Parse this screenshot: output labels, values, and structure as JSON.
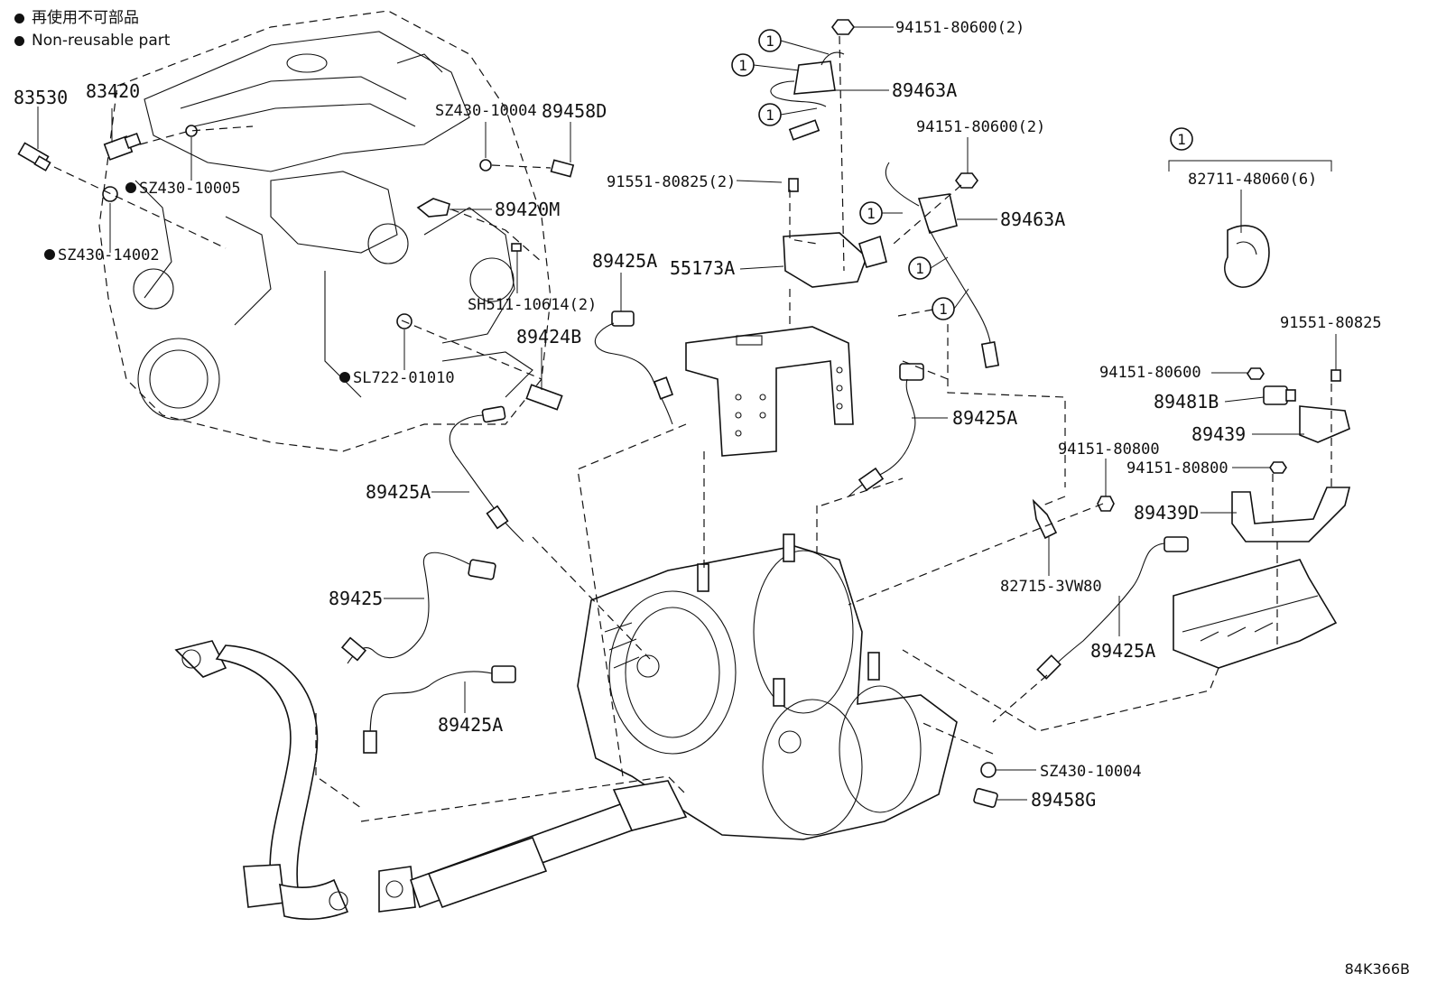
{
  "legend": [
    {
      "symbol": "filled-circle",
      "text": "再使用不可部品"
    },
    {
      "symbol": "filled-circle",
      "text": "Non-reusable part"
    }
  ],
  "diagram_code": "84K366B",
  "callout_ref": "1",
  "labels": [
    {
      "id": "83530",
      "text": "83530",
      "non_reusable": false
    },
    {
      "id": "83420",
      "text": "83420",
      "non_reusable": false
    },
    {
      "id": "sz430-10005",
      "text": "SZ430-10005",
      "non_reusable": true
    },
    {
      "id": "sz430-14002",
      "text": "SZ430-14002",
      "non_reusable": true
    },
    {
      "id": "sz430-10004-top",
      "text": "SZ430-10004",
      "non_reusable": false
    },
    {
      "id": "89458d",
      "text": "89458D",
      "non_reusable": false
    },
    {
      "id": "89420m",
      "text": "89420M",
      "non_reusable": false
    },
    {
      "id": "sh511-10614",
      "text": "SH511-10614(2)",
      "non_reusable": false
    },
    {
      "id": "89424b",
      "text": "89424B",
      "non_reusable": false
    },
    {
      "id": "sl722-01010",
      "text": "SL722-01010",
      "non_reusable": true
    },
    {
      "id": "89425a-1",
      "text": "89425A",
      "non_reusable": false
    },
    {
      "id": "89425a-2",
      "text": "89425A",
      "non_reusable": false
    },
    {
      "id": "89425",
      "text": "89425",
      "non_reusable": false
    },
    {
      "id": "89425a-3",
      "text": "89425A",
      "non_reusable": false
    },
    {
      "id": "94151-80600-2a",
      "text": "94151-80600(2)",
      "non_reusable": false
    },
    {
      "id": "89463a-1",
      "text": "89463A",
      "non_reusable": false
    },
    {
      "id": "94151-80600-2b",
      "text": "94151-80600(2)",
      "non_reusable": false
    },
    {
      "id": "91551-80825-2",
      "text": "91551-80825(2)",
      "non_reusable": false
    },
    {
      "id": "89463a-2",
      "text": "89463A",
      "non_reusable": false
    },
    {
      "id": "55173a",
      "text": "55173A",
      "non_reusable": false
    },
    {
      "id": "89425a-4",
      "text": "89425A",
      "non_reusable": false
    },
    {
      "id": "82711-48060",
      "text": "82711-48060(6)",
      "non_reusable": false
    },
    {
      "id": "91551-80825",
      "text": "91551-80825",
      "non_reusable": false
    },
    {
      "id": "94151-80600",
      "text": "94151-80600",
      "non_reusable": false
    },
    {
      "id": "89481b",
      "text": "89481B",
      "non_reusable": false
    },
    {
      "id": "89439",
      "text": "89439",
      "non_reusable": false
    },
    {
      "id": "94151-80800-a",
      "text": "94151-80800",
      "non_reusable": false
    },
    {
      "id": "94151-80800-b",
      "text": "94151-80800",
      "non_reusable": false
    },
    {
      "id": "89439d",
      "text": "89439D",
      "non_reusable": false
    },
    {
      "id": "82715-3vw80",
      "text": "82715-3VW80",
      "non_reusable": false
    },
    {
      "id": "89425a-5",
      "text": "89425A",
      "non_reusable": false
    },
    {
      "id": "sz430-10004-bottom",
      "text": "SZ430-10004",
      "non_reusable": false
    },
    {
      "id": "89458g",
      "text": "89458G",
      "non_reusable": false
    }
  ]
}
